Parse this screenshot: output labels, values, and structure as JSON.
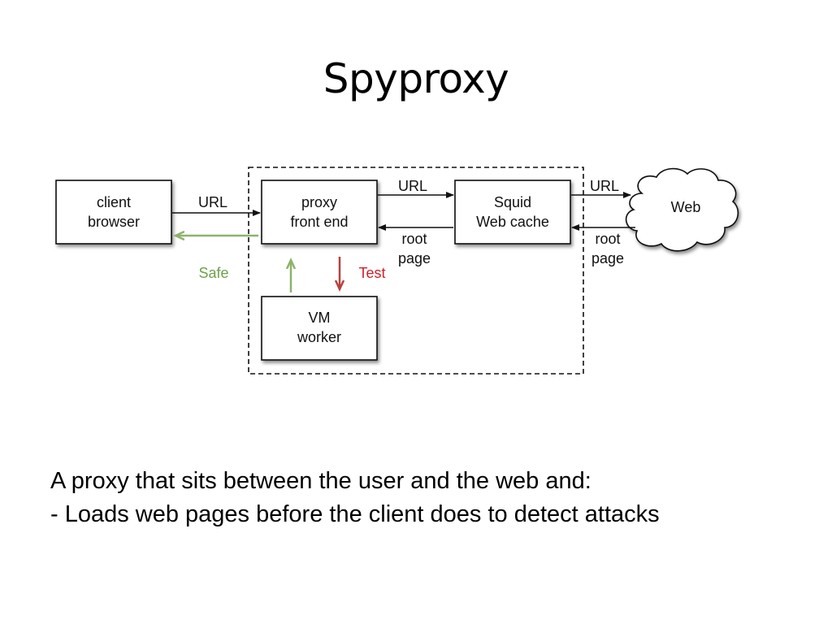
{
  "slide": {
    "title": "Spyproxy",
    "description_lines": [
      "A proxy that sits between the user and the web and:",
      "- Loads web pages before the client does to detect attacks"
    ]
  },
  "diagram": {
    "nodes": {
      "client_browser": [
        "client",
        "browser"
      ],
      "proxy_front_end": [
        "proxy",
        "front end"
      ],
      "squid_web_cache": [
        "Squid",
        "Web cache"
      ],
      "vm_worker": [
        "VM",
        "worker"
      ],
      "web_cloud": "Web"
    },
    "edge_labels": {
      "client_to_proxy_url": "URL",
      "proxy_to_squid_url": "URL",
      "squid_to_web_url": "URL",
      "squid_to_proxy_root_page": [
        "root",
        "page"
      ],
      "web_to_squid_root_page": [
        "root",
        "page"
      ],
      "vm_to_proxy_safe": "Safe",
      "proxy_to_vm_test": "Test"
    },
    "colors": {
      "safe_arrow": "#8db36b",
      "safe_text": "#6fa04a",
      "test_arrow": "#b5433d",
      "test_text": "#d0202a",
      "line": "#111111"
    }
  }
}
